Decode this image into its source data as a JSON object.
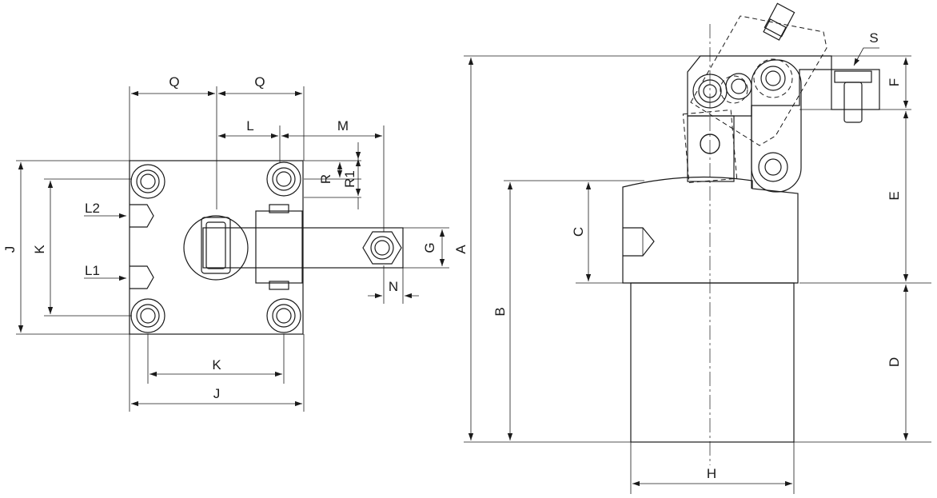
{
  "dimensions": {
    "top_view": {
      "Q_left": "Q",
      "Q_right": "Q",
      "L": "L",
      "M": "M",
      "R": "R",
      "R1": "R1",
      "L2": "L2",
      "L1": "L1",
      "J_vertical": "J",
      "K_vertical": "K",
      "G": "G",
      "N": "N",
      "K_horizontal": "K",
      "J_horizontal": "J"
    },
    "side_view": {
      "A": "A",
      "B": "B",
      "C": "C",
      "S": "S",
      "F": "F",
      "E": "E",
      "D": "D",
      "H": "H"
    }
  }
}
